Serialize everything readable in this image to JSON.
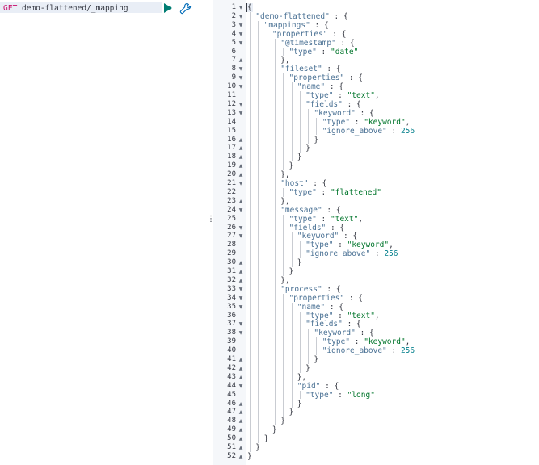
{
  "request": {
    "method": "GET",
    "path": "demo-flattened/_mapping"
  },
  "toolbar": {
    "run_icon": "play-icon",
    "settings_icon": "wrench-icon"
  },
  "resizer": {
    "glyph": "⋮"
  },
  "colors": {
    "method": "#c80a68",
    "key": "#4a7194",
    "string": "#00752b",
    "number": "#007e8a",
    "run": "#017d73"
  },
  "response": {
    "lines": [
      {
        "num": "1",
        "fold": "open",
        "indent": 0,
        "segs": [
          {
            "t": "{",
            "c": "p"
          }
        ]
      },
      {
        "num": "2",
        "fold": "open",
        "indent": 1,
        "segs": [
          {
            "t": "\"demo-flattened\"",
            "c": "k"
          },
          {
            "t": " : {",
            "c": "p"
          }
        ]
      },
      {
        "num": "3",
        "fold": "open",
        "indent": 2,
        "segs": [
          {
            "t": "\"mappings\"",
            "c": "k"
          },
          {
            "t": " : {",
            "c": "p"
          }
        ]
      },
      {
        "num": "4",
        "fold": "open",
        "indent": 3,
        "segs": [
          {
            "t": "\"properties\"",
            "c": "k"
          },
          {
            "t": " : {",
            "c": "p"
          }
        ]
      },
      {
        "num": "5",
        "fold": "open",
        "indent": 4,
        "segs": [
          {
            "t": "\"@timestamp\"",
            "c": "k"
          },
          {
            "t": " : {",
            "c": "p"
          }
        ]
      },
      {
        "num": "6",
        "fold": "",
        "indent": 5,
        "segs": [
          {
            "t": "\"type\"",
            "c": "k"
          },
          {
            "t": " : ",
            "c": "p"
          },
          {
            "t": "\"date\"",
            "c": "s"
          }
        ]
      },
      {
        "num": "7",
        "fold": "close",
        "indent": 4,
        "segs": [
          {
            "t": "},",
            "c": "p"
          }
        ]
      },
      {
        "num": "8",
        "fold": "open",
        "indent": 4,
        "segs": [
          {
            "t": "\"fileset\"",
            "c": "k"
          },
          {
            "t": " : {",
            "c": "p"
          }
        ]
      },
      {
        "num": "9",
        "fold": "open",
        "indent": 5,
        "segs": [
          {
            "t": "\"properties\"",
            "c": "k"
          },
          {
            "t": " : {",
            "c": "p"
          }
        ]
      },
      {
        "num": "10",
        "fold": "open",
        "indent": 6,
        "segs": [
          {
            "t": "\"name\"",
            "c": "k"
          },
          {
            "t": " : {",
            "c": "p"
          }
        ]
      },
      {
        "num": "11",
        "fold": "",
        "indent": 7,
        "segs": [
          {
            "t": "\"type\"",
            "c": "k"
          },
          {
            "t": " : ",
            "c": "p"
          },
          {
            "t": "\"text\"",
            "c": "s"
          },
          {
            "t": ",",
            "c": "p"
          }
        ]
      },
      {
        "num": "12",
        "fold": "open",
        "indent": 7,
        "segs": [
          {
            "t": "\"fields\"",
            "c": "k"
          },
          {
            "t": " : {",
            "c": "p"
          }
        ]
      },
      {
        "num": "13",
        "fold": "open",
        "indent": 8,
        "segs": [
          {
            "t": "\"keyword\"",
            "c": "k"
          },
          {
            "t": " : {",
            "c": "p"
          }
        ]
      },
      {
        "num": "14",
        "fold": "",
        "indent": 9,
        "segs": [
          {
            "t": "\"type\"",
            "c": "k"
          },
          {
            "t": " : ",
            "c": "p"
          },
          {
            "t": "\"keyword\"",
            "c": "s"
          },
          {
            "t": ",",
            "c": "p"
          }
        ]
      },
      {
        "num": "15",
        "fold": "",
        "indent": 9,
        "segs": [
          {
            "t": "\"ignore_above\"",
            "c": "k"
          },
          {
            "t": " : ",
            "c": "p"
          },
          {
            "t": "256",
            "c": "n"
          }
        ]
      },
      {
        "num": "16",
        "fold": "close",
        "indent": 8,
        "segs": [
          {
            "t": "}",
            "c": "p"
          }
        ]
      },
      {
        "num": "17",
        "fold": "close",
        "indent": 7,
        "segs": [
          {
            "t": "}",
            "c": "p"
          }
        ]
      },
      {
        "num": "18",
        "fold": "close",
        "indent": 6,
        "segs": [
          {
            "t": "}",
            "c": "p"
          }
        ]
      },
      {
        "num": "19",
        "fold": "close",
        "indent": 5,
        "segs": [
          {
            "t": "}",
            "c": "p"
          }
        ]
      },
      {
        "num": "20",
        "fold": "close",
        "indent": 4,
        "segs": [
          {
            "t": "},",
            "c": "p"
          }
        ]
      },
      {
        "num": "21",
        "fold": "open",
        "indent": 4,
        "segs": [
          {
            "t": "\"host\"",
            "c": "k"
          },
          {
            "t": " : {",
            "c": "p"
          }
        ]
      },
      {
        "num": "22",
        "fold": "",
        "indent": 5,
        "segs": [
          {
            "t": "\"type\"",
            "c": "k"
          },
          {
            "t": " : ",
            "c": "p"
          },
          {
            "t": "\"flattened\"",
            "c": "s"
          }
        ]
      },
      {
        "num": "23",
        "fold": "close",
        "indent": 4,
        "segs": [
          {
            "t": "},",
            "c": "p"
          }
        ]
      },
      {
        "num": "24",
        "fold": "open",
        "indent": 4,
        "segs": [
          {
            "t": "\"message\"",
            "c": "k"
          },
          {
            "t": " : {",
            "c": "p"
          }
        ]
      },
      {
        "num": "25",
        "fold": "",
        "indent": 5,
        "segs": [
          {
            "t": "\"type\"",
            "c": "k"
          },
          {
            "t": " : ",
            "c": "p"
          },
          {
            "t": "\"text\"",
            "c": "s"
          },
          {
            "t": ",",
            "c": "p"
          }
        ]
      },
      {
        "num": "26",
        "fold": "open",
        "indent": 5,
        "segs": [
          {
            "t": "\"fields\"",
            "c": "k"
          },
          {
            "t": " : {",
            "c": "p"
          }
        ]
      },
      {
        "num": "27",
        "fold": "open",
        "indent": 6,
        "segs": [
          {
            "t": "\"keyword\"",
            "c": "k"
          },
          {
            "t": " : {",
            "c": "p"
          }
        ]
      },
      {
        "num": "28",
        "fold": "",
        "indent": 7,
        "segs": [
          {
            "t": "\"type\"",
            "c": "k"
          },
          {
            "t": " : ",
            "c": "p"
          },
          {
            "t": "\"keyword\"",
            "c": "s"
          },
          {
            "t": ",",
            "c": "p"
          }
        ]
      },
      {
        "num": "29",
        "fold": "",
        "indent": 7,
        "segs": [
          {
            "t": "\"ignore_above\"",
            "c": "k"
          },
          {
            "t": " : ",
            "c": "p"
          },
          {
            "t": "256",
            "c": "n"
          }
        ]
      },
      {
        "num": "30",
        "fold": "close",
        "indent": 6,
        "segs": [
          {
            "t": "}",
            "c": "p"
          }
        ]
      },
      {
        "num": "31",
        "fold": "close",
        "indent": 5,
        "segs": [
          {
            "t": "}",
            "c": "p"
          }
        ]
      },
      {
        "num": "32",
        "fold": "close",
        "indent": 4,
        "segs": [
          {
            "t": "},",
            "c": "p"
          }
        ]
      },
      {
        "num": "33",
        "fold": "open",
        "indent": 4,
        "segs": [
          {
            "t": "\"process\"",
            "c": "k"
          },
          {
            "t": " : {",
            "c": "p"
          }
        ]
      },
      {
        "num": "34",
        "fold": "open",
        "indent": 5,
        "segs": [
          {
            "t": "\"properties\"",
            "c": "k"
          },
          {
            "t": " : {",
            "c": "p"
          }
        ]
      },
      {
        "num": "35",
        "fold": "open",
        "indent": 6,
        "segs": [
          {
            "t": "\"name\"",
            "c": "k"
          },
          {
            "t": " : {",
            "c": "p"
          }
        ]
      },
      {
        "num": "36",
        "fold": "",
        "indent": 7,
        "segs": [
          {
            "t": "\"type\"",
            "c": "k"
          },
          {
            "t": " : ",
            "c": "p"
          },
          {
            "t": "\"text\"",
            "c": "s"
          },
          {
            "t": ",",
            "c": "p"
          }
        ]
      },
      {
        "num": "37",
        "fold": "open",
        "indent": 7,
        "segs": [
          {
            "t": "\"fields\"",
            "c": "k"
          },
          {
            "t": " : {",
            "c": "p"
          }
        ]
      },
      {
        "num": "38",
        "fold": "open",
        "indent": 8,
        "segs": [
          {
            "t": "\"keyword\"",
            "c": "k"
          },
          {
            "t": " : {",
            "c": "p"
          }
        ]
      },
      {
        "num": "39",
        "fold": "",
        "indent": 9,
        "segs": [
          {
            "t": "\"type\"",
            "c": "k"
          },
          {
            "t": " : ",
            "c": "p"
          },
          {
            "t": "\"keyword\"",
            "c": "s"
          },
          {
            "t": ",",
            "c": "p"
          }
        ]
      },
      {
        "num": "40",
        "fold": "",
        "indent": 9,
        "segs": [
          {
            "t": "\"ignore_above\"",
            "c": "k"
          },
          {
            "t": " : ",
            "c": "p"
          },
          {
            "t": "256",
            "c": "n"
          }
        ]
      },
      {
        "num": "41",
        "fold": "close",
        "indent": 8,
        "segs": [
          {
            "t": "}",
            "c": "p"
          }
        ]
      },
      {
        "num": "42",
        "fold": "close",
        "indent": 7,
        "segs": [
          {
            "t": "}",
            "c": "p"
          }
        ]
      },
      {
        "num": "43",
        "fold": "close",
        "indent": 6,
        "segs": [
          {
            "t": "},",
            "c": "p"
          }
        ]
      },
      {
        "num": "44",
        "fold": "open",
        "indent": 6,
        "segs": [
          {
            "t": "\"pid\"",
            "c": "k"
          },
          {
            "t": " : {",
            "c": "p"
          }
        ]
      },
      {
        "num": "45",
        "fold": "",
        "indent": 7,
        "segs": [
          {
            "t": "\"type\"",
            "c": "k"
          },
          {
            "t": " : ",
            "c": "p"
          },
          {
            "t": "\"long\"",
            "c": "s"
          }
        ]
      },
      {
        "num": "46",
        "fold": "close",
        "indent": 6,
        "segs": [
          {
            "t": "}",
            "c": "p"
          }
        ]
      },
      {
        "num": "47",
        "fold": "close",
        "indent": 5,
        "segs": [
          {
            "t": "}",
            "c": "p"
          }
        ]
      },
      {
        "num": "48",
        "fold": "close",
        "indent": 4,
        "segs": [
          {
            "t": "}",
            "c": "p"
          }
        ]
      },
      {
        "num": "49",
        "fold": "close",
        "indent": 3,
        "segs": [
          {
            "t": "}",
            "c": "p"
          }
        ]
      },
      {
        "num": "50",
        "fold": "close",
        "indent": 2,
        "segs": [
          {
            "t": "}",
            "c": "p"
          }
        ]
      },
      {
        "num": "51",
        "fold": "close",
        "indent": 1,
        "segs": [
          {
            "t": "}",
            "c": "p"
          }
        ]
      },
      {
        "num": "52",
        "fold": "close",
        "indent": 0,
        "segs": [
          {
            "t": "}",
            "c": "p"
          }
        ]
      }
    ]
  }
}
